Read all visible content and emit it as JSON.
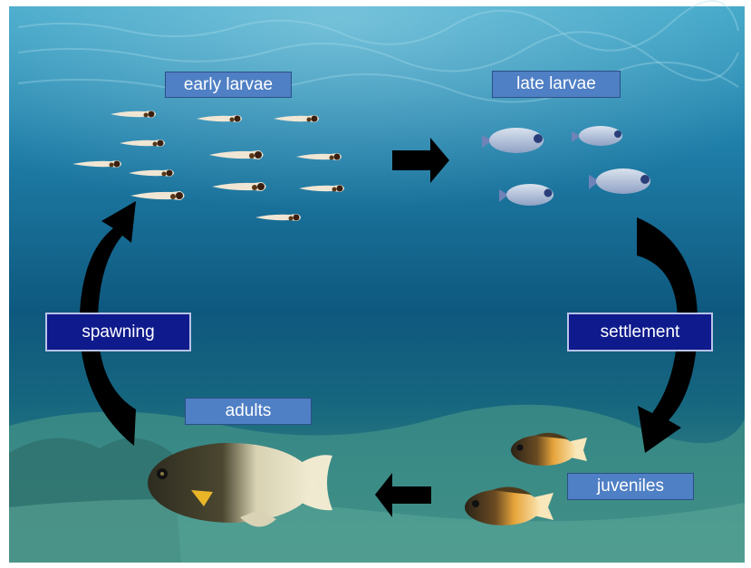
{
  "labels": {
    "early_larvae": "early larvae",
    "late_larvae": "late larvae",
    "spawning": "spawning",
    "settlement": "settlement",
    "adults": "adults",
    "juveniles": "juveniles"
  },
  "colors": {
    "light_label": "#4f7fc4",
    "dark_label": "#0f1a8c",
    "arrow": "#000000",
    "water_top": "#2a93b9",
    "water_mid": "#0f5c83",
    "seafloor": "#3e8a86"
  },
  "icons": [
    "larva-icon",
    "late-larva-fish-icon",
    "juvenile-fish-icon",
    "adult-fish-icon",
    "arrow-icon",
    "curved-arrow-icon"
  ]
}
